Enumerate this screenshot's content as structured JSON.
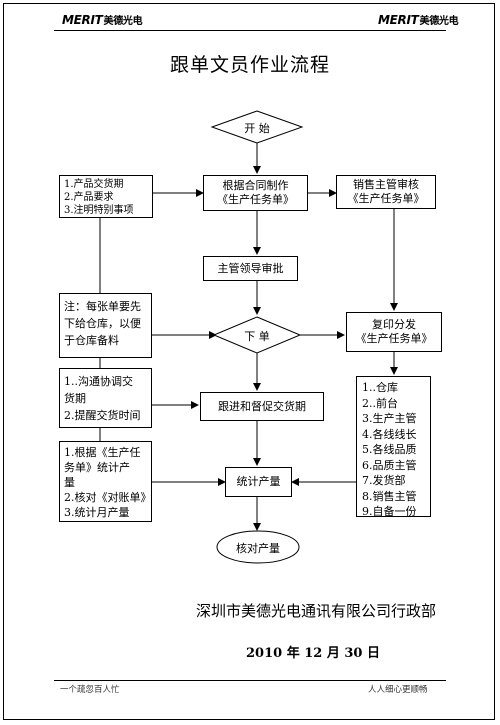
{
  "header": {
    "logo_text": "MERIT",
    "logo_sub": "美德光电"
  },
  "title": "跟单文员作业流程",
  "nodes": {
    "start": "开 始",
    "contract": [
      "根据合同制作",
      "《生产任务单》"
    ],
    "review": [
      "销售主管审核",
      "《生产任务单》"
    ],
    "approve": "主管领导审批",
    "issue": "下 单",
    "copy": [
      "复印分发",
      "《生产任务单》"
    ],
    "follow": "跟进和督促交货期",
    "stats": "统计产量",
    "verify": "核对产量"
  },
  "notes": {
    "product_info": [
      "1.产品交货期",
      "2.产品要求",
      "3.注明特别事项"
    ],
    "warehouse_note": [
      "注：每张单要先",
      "下给仓库，以便",
      "于仓库备料"
    ],
    "coordinate": [
      "1..沟通协调交",
      "货期",
      "2.提醒交货时间"
    ],
    "stats_tasks": [
      "1.根据《生产任",
      "务单》统计产",
      "量",
      "2.核对《对账单》",
      "3.统计月产量"
    ],
    "distribution": [
      "1..仓库",
      "2..前台",
      "3.生产主管",
      "4.各线线长",
      "5.各线品质",
      "6.品质主管",
      "7.发货部",
      "8.销售主管",
      "9.自备一份"
    ]
  },
  "footer": {
    "organization": "深圳市美德光电通讯有限公司行政部",
    "date": "2010 年 12 月 30 日",
    "bottom_left": "一个疏忽百人忙",
    "bottom_right": "人人细心更顺畅"
  }
}
